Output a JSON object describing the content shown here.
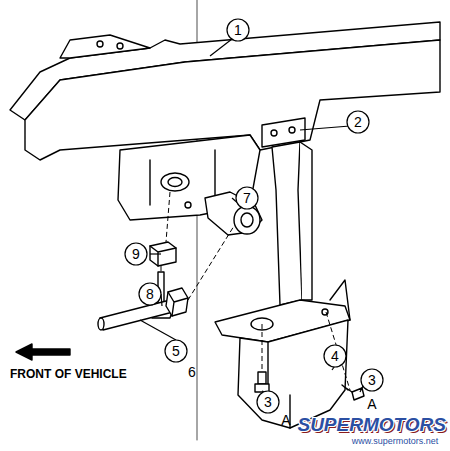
{
  "diagram": {
    "labels": [
      "1",
      "2",
      "7",
      "9",
      "8",
      "5",
      "6",
      "3",
      "A",
      "3",
      "A",
      "4",
      "FRONT OF VEHICLE",
      "SUPERMOTORS",
      "www.supermotors.net"
    ]
  }
}
